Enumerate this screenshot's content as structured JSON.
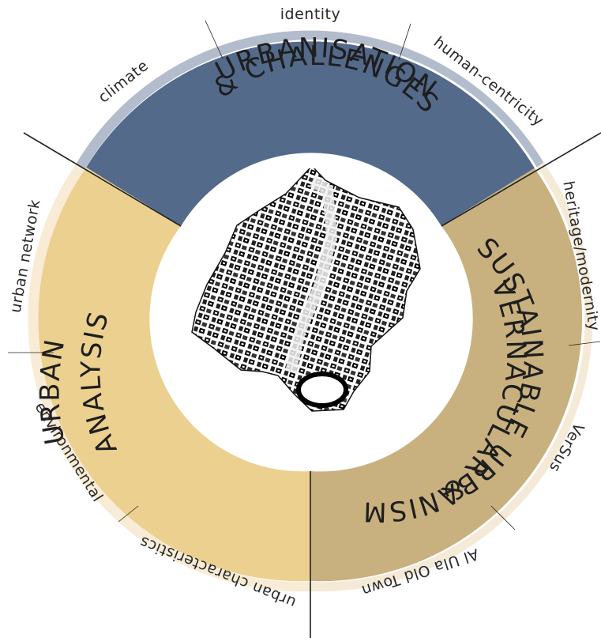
{
  "colors": {
    "urbanisation": "#546a8b",
    "vernacular": "#c8b17f",
    "urban": "#ecd08f",
    "band_blue": "#b3bccc",
    "band_tan": "#f5ead7",
    "band_cream": "#f8ecd6",
    "divider": "#222222"
  },
  "segments": {
    "urbanisation": {
      "lines": [
        "URBANISATION",
        "& CHALLENGES"
      ]
    },
    "vernacular": {
      "lines": [
        "VERNACULAR &",
        "SUSTAINABLE URBANISM"
      ]
    },
    "urban": {
      "lines": [
        "URBAN",
        "ANALYSIS"
      ]
    }
  },
  "keywords": {
    "identity": "identity",
    "climate": "climate",
    "human_centricity": "human-centricity",
    "heritage_modernity": "heritage/modernity",
    "versus": "VerSus",
    "al_ula": "Al Ula Old Town",
    "urban_characteristics": "urban characteristics",
    "environmental": "environmental",
    "urban_network": "urban network"
  },
  "center_image": "aerial-map-al-ula-old-town"
}
